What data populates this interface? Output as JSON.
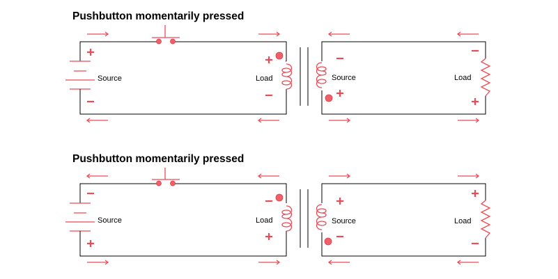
{
  "colors": {
    "accent": "#ee4a55",
    "wire": "#000000"
  },
  "panels": [
    {
      "title": "Pushbutton momentarily pressed",
      "source_label": "Source",
      "load_label": "Load",
      "secondary_source_label": "Source",
      "secondary_load_label": "Load"
    },
    {
      "title": "Pushbutton momentarily pressed",
      "source_label": "Source",
      "load_label": "Load",
      "secondary_source_label": "Source",
      "secondary_load_label": "Load"
    }
  ]
}
